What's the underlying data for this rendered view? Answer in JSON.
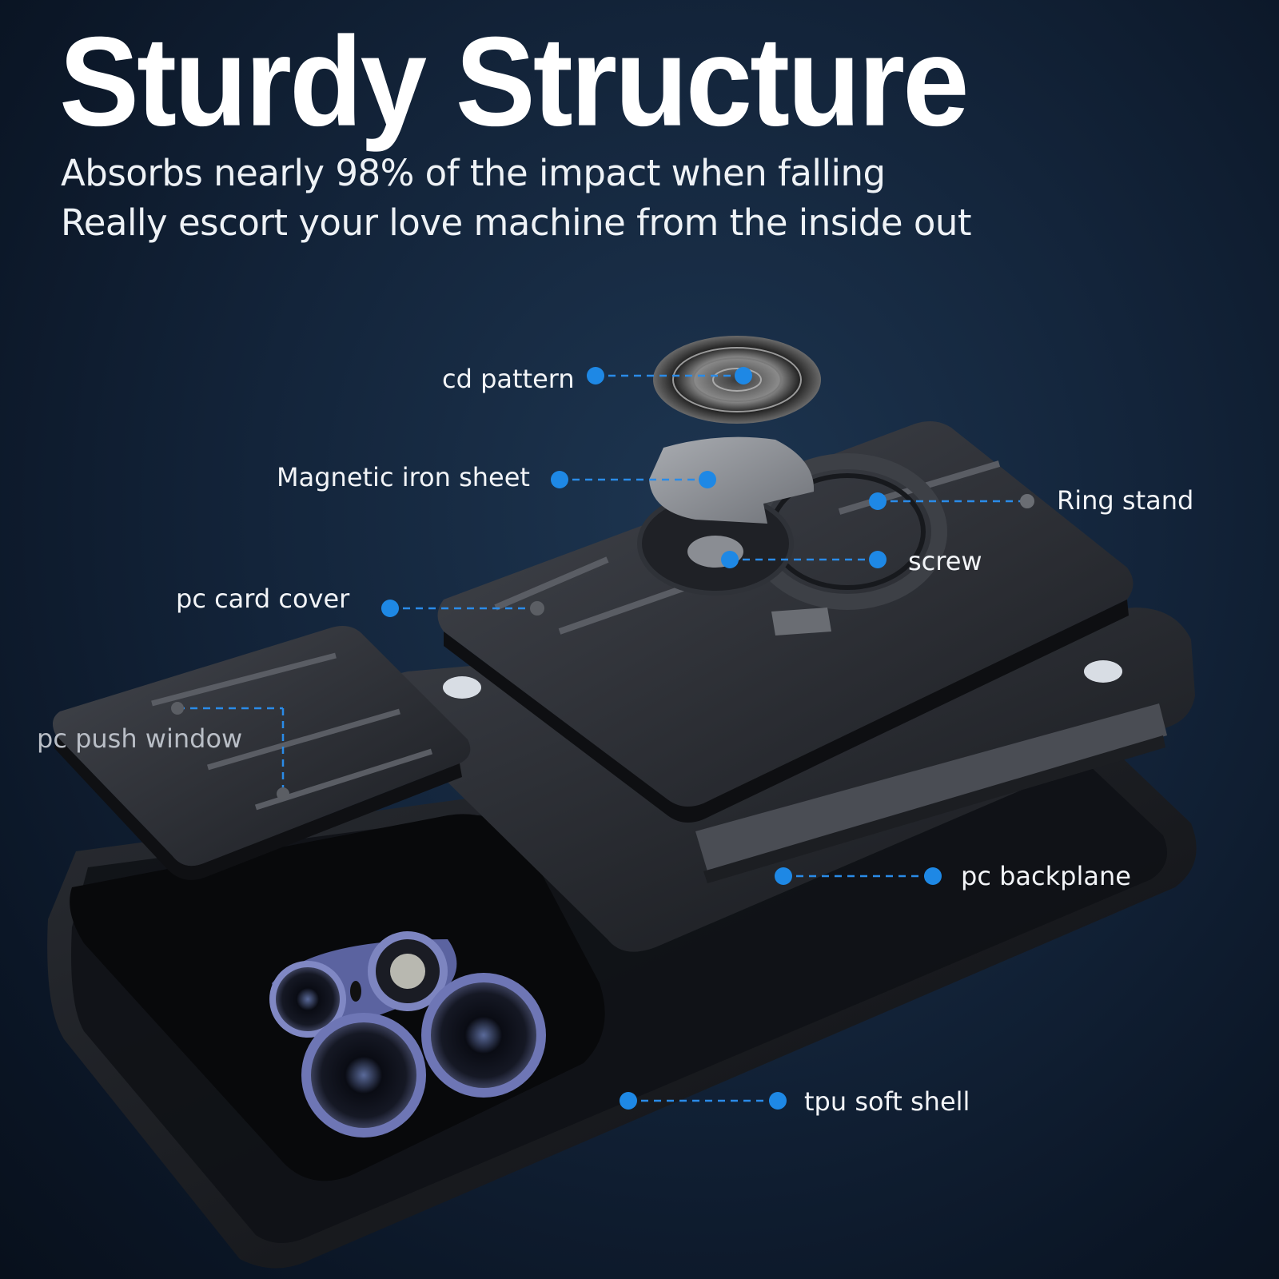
{
  "header": {
    "title": "Sturdy Structure",
    "subtitle_line1": "Absorbs nearly 98% of the impact when falling",
    "subtitle_line2": "Really escort your love machine from the inside out"
  },
  "callouts": {
    "cd_pattern": "cd pattern",
    "magnetic_iron_sheet": "Magnetic iron sheet",
    "ring_stand": "Ring stand",
    "screw": "screw",
    "pc_card_cover": "pc card cover",
    "pc_push_window": "pc push window",
    "pc_backplane": "pc backplane",
    "tpu_soft_shell": "tpu soft shell"
  },
  "colors": {
    "background": "#13243a",
    "callout_dot": "#1e88e5",
    "callout_line": "#2a8be8",
    "headline": "#ffffff"
  }
}
